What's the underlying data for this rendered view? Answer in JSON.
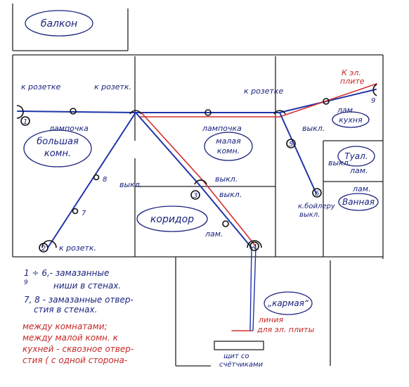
{
  "rooms": {
    "balcony": "балкон",
    "big_room": [
      "большая",
      "комн."
    ],
    "small_room": [
      "малая",
      "комн."
    ],
    "kitchen": "кухня",
    "toilet": "Туал.",
    "bath": "Ванная",
    "corridor": "коридор",
    "pantry": "„кармая“"
  },
  "labels": {
    "k_rozetke_1": "к розетке",
    "k_rozetke_2": "к розетк.",
    "k_rozetke_3": "к розетк.",
    "k_rozetke_4": "к розетке",
    "lampochka_1": "лампочка",
    "lampochka_2": "лампочка",
    "lamp_kitchen": "лам.",
    "lamp_corridor": "лам.",
    "lamp_toilet": "лам.",
    "lamp_bath": "лам.",
    "vykl_1": "выкл.",
    "vykl_2": "выкл.",
    "vykl_3": "выкл.",
    "vykl_4": "выкл.",
    "vykl_5": "выкл.",
    "k_el_plite": [
      "К эл.",
      "плите"
    ],
    "k_boileru": [
      "к.бойлеру",
      "выкл."
    ],
    "line_el_plita": [
      "линия",
      "для эл. плиты"
    ],
    "shchit": [
      "щит со",
      "счётчиками"
    ]
  },
  "node_numbers": [
    "1",
    "2",
    "3",
    "4",
    "5",
    "6",
    "7",
    "8",
    "9"
  ],
  "notes": [
    "1 ÷ 6,- замазанные",
    "9",
    "ниши в стенах.",
    "7, 8 - замазанные отвер-",
    "стия в стенах.",
    "между комнатами;",
    "между малой комн. к",
    "кухней - сквозное отвер-",
    "стия ( с одной сторона-"
  ],
  "colors": {
    "blue_wire": "#2035a8",
    "red_wire": "#d32f2f",
    "ink": "#1a237e"
  }
}
